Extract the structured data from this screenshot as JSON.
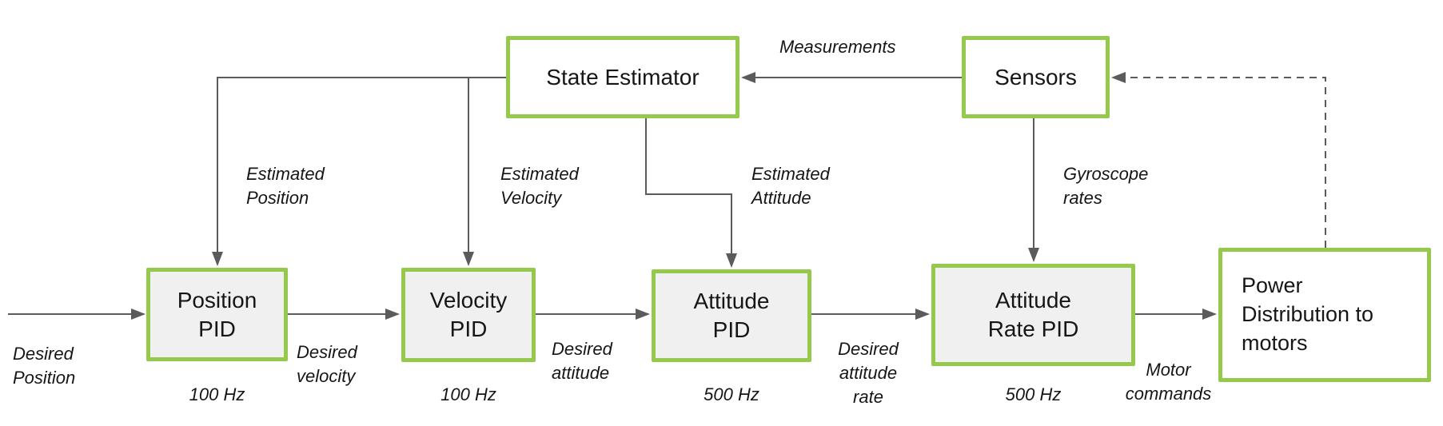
{
  "colors": {
    "green": "#94C94B",
    "arrow": "#5B5B5B",
    "text": "#161616",
    "box_fill_gray": "#F0F0F0",
    "box_fill_white": "#FFFFFF"
  },
  "blocks": {
    "state_estimator": {
      "label": "State Estimator"
    },
    "sensors": {
      "label": "Sensors"
    },
    "position_pid": {
      "label": "Position\nPID",
      "rate": "100 Hz"
    },
    "velocity_pid": {
      "label": "Velocity\nPID",
      "rate": "100 Hz"
    },
    "attitude_pid": {
      "label": "Attitude\nPID",
      "rate": "500 Hz"
    },
    "attitude_rate_pid": {
      "label": "Attitude\nRate PID",
      "rate": "500 Hz"
    },
    "power_distribution": {
      "label": "Power\nDistribution to\nmotors"
    }
  },
  "signal_labels": {
    "measurements": "Measurements",
    "estimated_position": "Estimated\nPosition",
    "estimated_velocity": "Estimated\nVelocity",
    "estimated_attitude": "Estimated\nAttitude",
    "gyroscope_rates": "Gyroscope\nrates",
    "desired_position": "Desired\nPosition",
    "desired_velocity": "Desired\nvelocity",
    "desired_attitude": "Desired\nattitude",
    "desired_attitude_rate": "Desired\nattitude\nrate",
    "motor_commands": "Motor\ncommands"
  }
}
